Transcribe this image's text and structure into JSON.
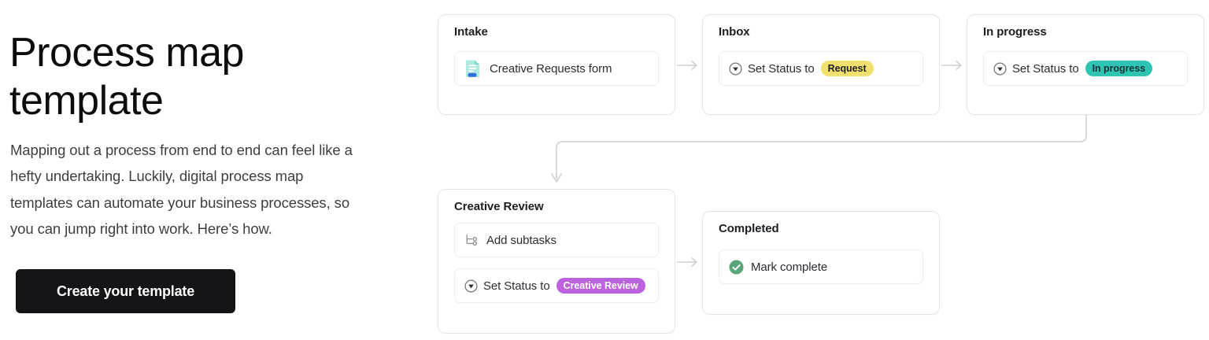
{
  "left_panel": {
    "headline": "Process map template",
    "blurb": "Mapping out a process from end to end can feel like a hefty undertaking. Luckily, digital process map templates can automate your business processes, so you can jump right into work. Here’s how.",
    "cta_label": "Create your template"
  },
  "colors": {
    "cta_background": "#121417",
    "cta_text": "#ffffff",
    "card_border": "#e4e4e6",
    "connector": "#cfd0d2",
    "pill_request": "#f1e06d",
    "pill_in_progress": "#2fc4b2",
    "pill_creative_review": "#bc62dd",
    "check_green": "#5aa579",
    "form_icon_teal": "#a9e7e0",
    "form_icon_blue": "#2f6fdb"
  },
  "flow": {
    "cards": [
      {
        "title": "Intake",
        "rows": [
          {
            "icon": "form-document-icon",
            "label": "Creative Requests form",
            "pill": null
          }
        ]
      },
      {
        "title": "Inbox",
        "rows": [
          {
            "icon": "dropdown-circle-icon",
            "label": "Set Status to",
            "pill": "Request"
          }
        ]
      },
      {
        "title": "In progress",
        "rows": [
          {
            "icon": "dropdown-circle-icon",
            "label": "Set Status to",
            "pill": "In progress"
          }
        ]
      },
      {
        "title": "Creative Review",
        "rows": [
          {
            "icon": "subtask-icon",
            "label": "Add subtasks",
            "pill": null
          },
          {
            "icon": "dropdown-circle-icon",
            "label": "Set Status to",
            "pill": "Creative Review"
          }
        ]
      },
      {
        "title": "Completed",
        "rows": [
          {
            "icon": "check-circle-icon",
            "label": "Mark complete",
            "pill": null
          }
        ]
      }
    ]
  }
}
